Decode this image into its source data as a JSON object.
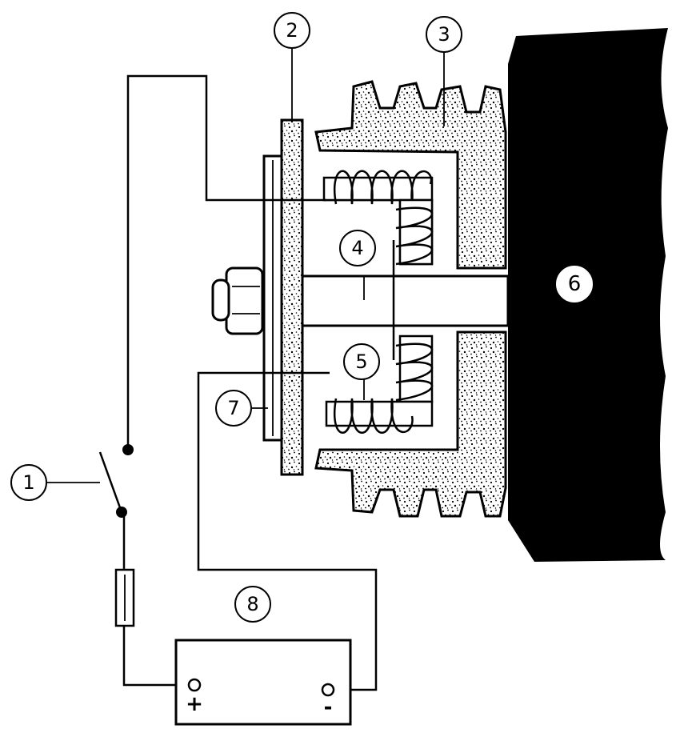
{
  "labels": {
    "switch": "1",
    "pulley_plate": "2",
    "housing": "3",
    "shaft": "4",
    "coil": "5",
    "engine_block": "6",
    "brush_plate": "7",
    "battery": "8"
  },
  "battery": {
    "positive_symbol": "+",
    "negative_symbol": "-"
  },
  "colors": {
    "ink": "#000000",
    "paper": "#ffffff"
  }
}
